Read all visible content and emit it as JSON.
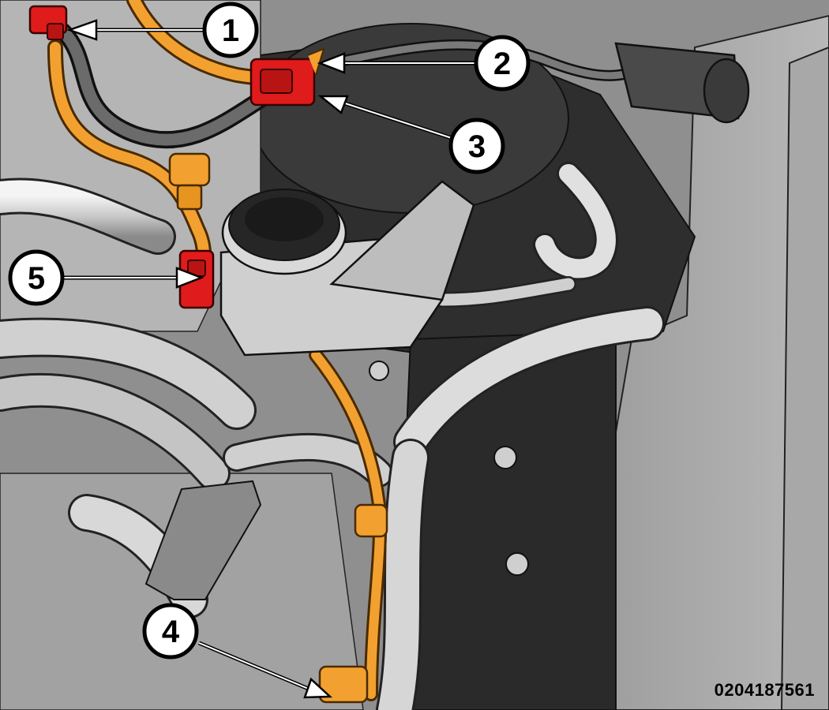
{
  "figure": {
    "figure_number": "0204187561",
    "colors": {
      "background": "#8f8f8f",
      "dark_panel": "#3a3a3a",
      "hose_orange": "#f2a130",
      "connector_red": "#e01b1b",
      "tube_gray": "#d4d4d4",
      "callout_fill": "#ffffff",
      "callout_stroke": "#000000"
    },
    "callouts": [
      {
        "id": "1",
        "label": "1"
      },
      {
        "id": "2",
        "label": "2"
      },
      {
        "id": "3",
        "label": "3"
      },
      {
        "id": "4",
        "label": "4"
      },
      {
        "id": "5",
        "label": "5"
      }
    ]
  }
}
